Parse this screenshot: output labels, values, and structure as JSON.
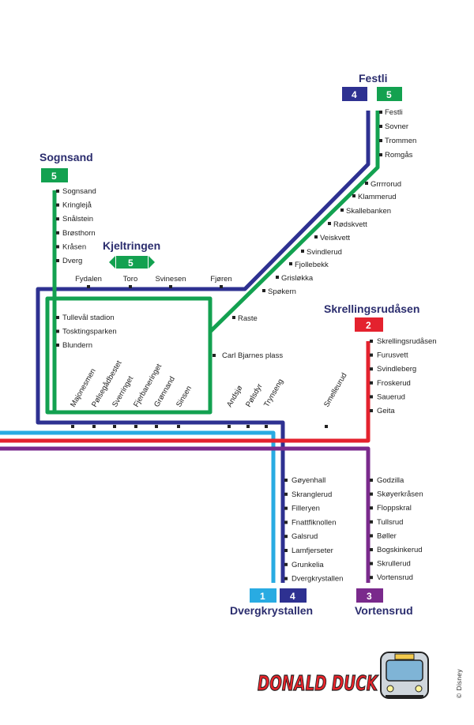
{
  "colors": {
    "line1": "#29abe2",
    "line2": "#e4222e",
    "line3": "#7a2a8c",
    "line4": "#2e3191",
    "line5": "#13a150"
  },
  "terminals": {
    "festli": {
      "name": "Festli",
      "badges": [
        "4",
        "5"
      ]
    },
    "sognsand": {
      "name": "Sognsand",
      "badges": [
        "5"
      ]
    },
    "kjeltringen": {
      "name": "Kjeltringen",
      "badges": [
        "5"
      ]
    },
    "skrellingsrudasen": {
      "name": "Skrellingsrudåsen",
      "badges": [
        "2"
      ]
    },
    "dvergkrystallen": {
      "name": "Dvergkrystallen",
      "badges": [
        "1",
        "4"
      ]
    },
    "vortensrud": {
      "name": "Vortensrud",
      "badges": [
        "3"
      ]
    }
  },
  "stations": {
    "festli_branch": [
      "Festli",
      "Sovner",
      "Trommen",
      "Romgås"
    ],
    "diagonal": [
      "Grrrrorud",
      "Klammerud",
      "Skallebanken",
      "Rødskvett",
      "Veiskvett",
      "Svindlerud",
      "Fjollebekk",
      "Grisløkka",
      "Spøkern",
      "Raste"
    ],
    "sognsand_branch": [
      "Sognsand",
      "Kringlejå",
      "Snålstein",
      "Brøsthorn",
      "Kråsen",
      "Dverg"
    ],
    "ring_top": [
      "Fydalen",
      "Toro",
      "Svinesen",
      "Fjøren"
    ],
    "ring_left": [
      "Tullevål stadion",
      "Tosktingsparken",
      "Blundern"
    ],
    "ring_right": [
      "Carl Bjarnes plass"
    ],
    "trunk": [
      "Majonesmen",
      "Pølsegådbestet",
      "Sverringet",
      "Fjerbaneringet",
      "Grønnand",
      "Sinsen",
      "Andsjø",
      "Pølsdyr",
      "Trynseng",
      "Smelleurud"
    ],
    "line2_branch": [
      "Skrellingsrudåsen",
      "Furusvett",
      "Svindleberg",
      "Froskerud",
      "Sauerud",
      "Geita"
    ],
    "line14_branch": [
      "Gøyenhall",
      "Skranglerud",
      "Filleryen",
      "Fnattfiknollen",
      "Galsrud",
      "Lamfjerseter",
      "Grunkelia",
      "Dvergkrystallen"
    ],
    "line3_branch": [
      "Godzilla",
      "Skøyerkråsen",
      "Floppskral",
      "Tullsrud",
      "Bøller",
      "Bogskinkerud",
      "Skrullerud",
      "Vortensrud"
    ]
  },
  "logo": {
    "text": "DONALD DUCK",
    "copyright": "© Disney"
  }
}
